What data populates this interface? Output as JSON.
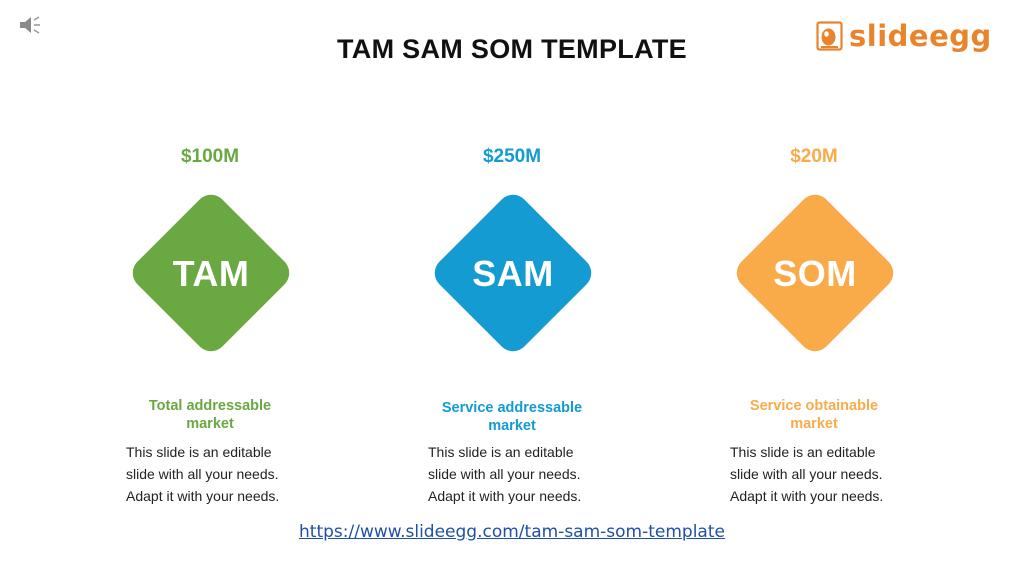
{
  "slide": {
    "title": "TAM SAM SOM TEMPLATE",
    "url": "https://www.slideegg.com/tam-sam-som-template"
  },
  "logo": {
    "text": "slideegg",
    "color": "#e8842b"
  },
  "icons": {
    "audio": "speaker-icon",
    "logo": "slideegg-logo-icon"
  },
  "markets": [
    {
      "value": "$100M",
      "label": "TAM",
      "subtitle_line1": "Total addressable",
      "subtitle_line2": "market",
      "desc_line1": "This slide is an editable",
      "desc_line2": "slide with all your needs.",
      "desc_line3": "Adapt it with your needs.",
      "color": "#6aa842"
    },
    {
      "value": "$250M",
      "label": "SAM",
      "subtitle_line1": "Service addressable",
      "subtitle_line2": "market",
      "desc_line1": "This slide is an editable",
      "desc_line2": "slide with all your needs.",
      "desc_line3": "Adapt it with your needs.",
      "color": "#139bd2"
    },
    {
      "value": "$20M",
      "label": "SOM",
      "subtitle_line1": "Service obtainable",
      "subtitle_line2": "market",
      "desc_line1": "This slide is an editable",
      "desc_line2": "slide with all your needs.",
      "desc_line3": "Adapt it with your needs.",
      "color": "#f9ab4a"
    }
  ]
}
